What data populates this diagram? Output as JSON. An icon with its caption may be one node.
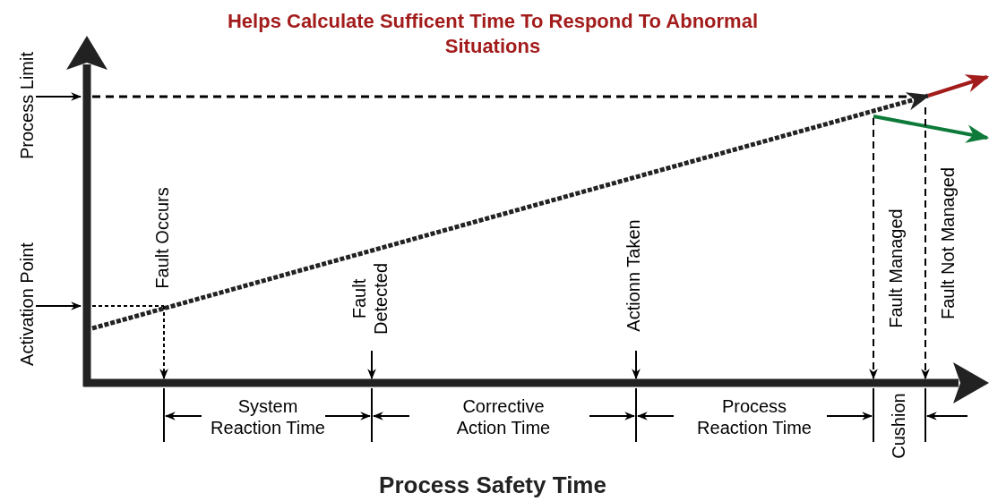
{
  "diagram": {
    "title": "Helps Calculate Sufficent Time To Respond To Abnormal Situations",
    "labels": [
      "Process Limit",
      "Fault Occurs",
      "Activation Point",
      "Fault Detected",
      "Actionn Taken",
      "Fault Managed",
      "Fault Not Managed",
      "System Reaction Time",
      "Corrective Action Time",
      "Process Reaction Time",
      "Cushion"
    ],
    "caption": "Process Safety Time"
  }
}
